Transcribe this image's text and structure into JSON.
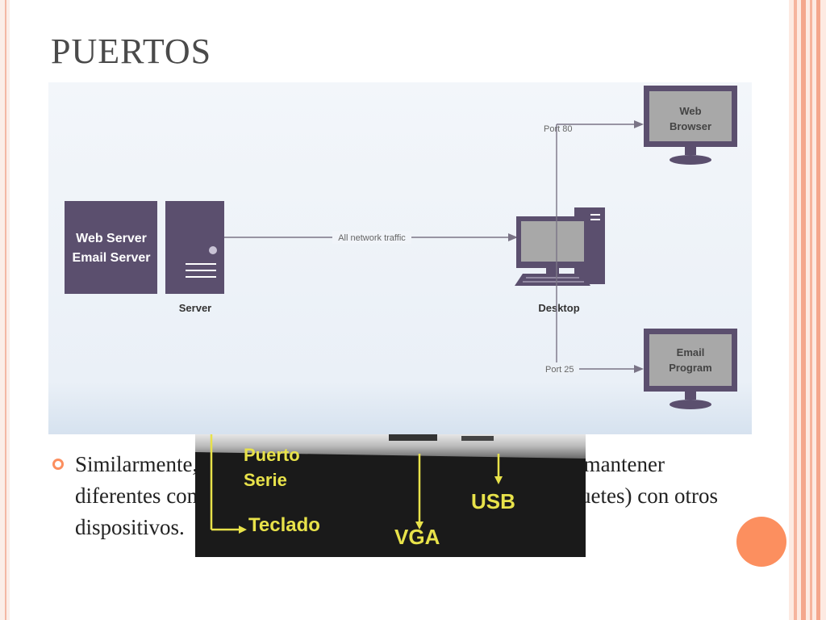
{
  "slide": {
    "title": "PUERTOS",
    "bullet_text": "Similarmente, los puertos permiten a una computadora de mantener diferentes comunicaciones (de intercambio de datos o paquetes) con otros dispositivos."
  },
  "diagram": {
    "server_box_line1": "Web Server",
    "server_box_line2": "Email Server",
    "server_label": "Server",
    "link_label": "All network traffic",
    "desktop_label": "Desktop",
    "port_top_label": "Port 80",
    "port_bottom_label": "Port 25",
    "browser_line1": "Web",
    "browser_line2": "Browser",
    "email_line1": "Email",
    "email_line2": "Program"
  },
  "photo": {
    "label_serial_line1": "Puerto",
    "label_serial_line2": "Serie",
    "label_keyboard": "Teclado",
    "label_vga": "VGA",
    "label_usb": "USB"
  },
  "colors": {
    "title": "#4a4a4a",
    "box_fill": "#5b4f6e",
    "accent_orange": "#fc8f5f",
    "photo_label": "#e8e24a"
  }
}
